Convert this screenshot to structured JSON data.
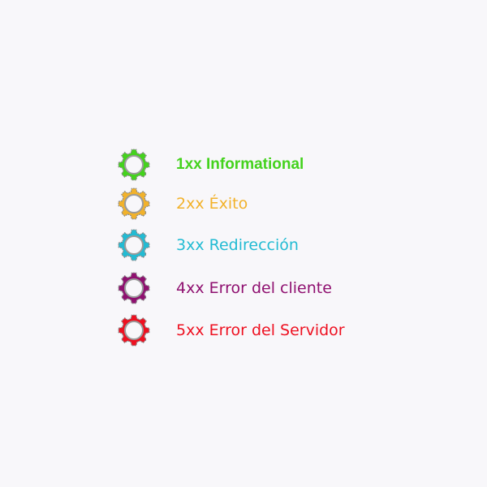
{
  "legend": {
    "items": [
      {
        "code": "1xx",
        "label": "1xx Informational",
        "color": "#44d21d",
        "icon": "gear-icon"
      },
      {
        "code": "2xx",
        "label": "2xx Éxito",
        "color": "#f2b22b",
        "icon": "gear-icon"
      },
      {
        "code": "3xx",
        "label": "3xx Redirección",
        "color": "#22bbd3",
        "icon": "gear-icon"
      },
      {
        "code": "4xx",
        "label": "4xx Error del cliente",
        "color": "#8f1070",
        "icon": "gear-icon"
      },
      {
        "code": "5xx",
        "label": "5xx Error del Servidor",
        "color": "#ee1020",
        "icon": "gear-icon"
      }
    ]
  }
}
